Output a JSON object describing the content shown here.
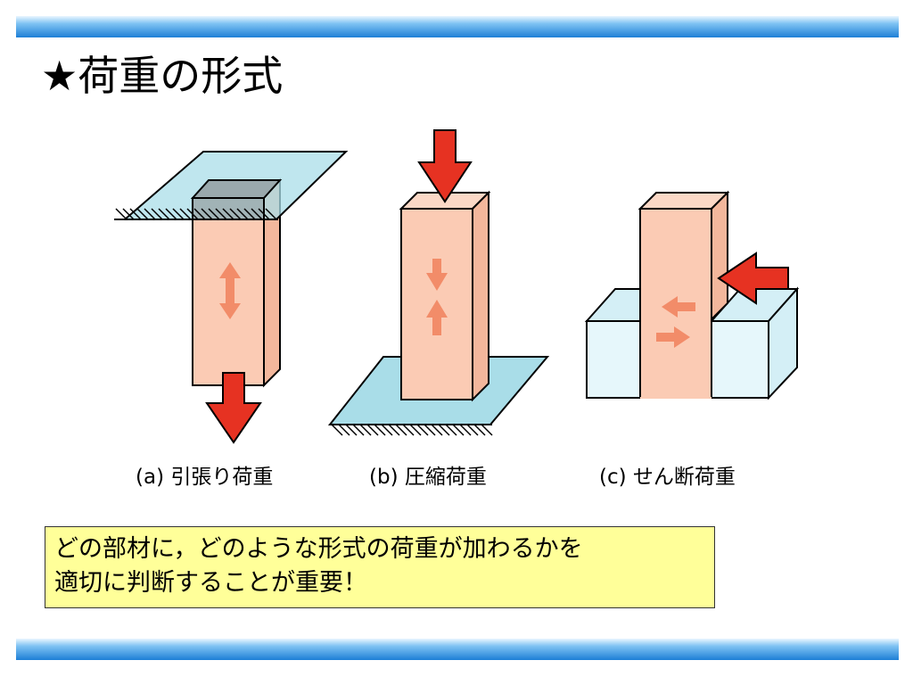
{
  "slide": {
    "title": "★荷重の形式"
  },
  "captions": {
    "a": "(a) 引張り荷重",
    "b": "(b) 圧縮荷重",
    "c": "(c) せん断荷重"
  },
  "note": {
    "line1": "どの部材に，どのような形式の荷重が加わるかを",
    "line2": "適切に判断することが重要！"
  },
  "colors": {
    "beam": "#fbcbb4",
    "plate": "#a9dde8",
    "block": "#e6f7fb",
    "load_arrow": "#e63222",
    "stress_arrow": "#f28c69",
    "note_bg": "#ffff99"
  }
}
